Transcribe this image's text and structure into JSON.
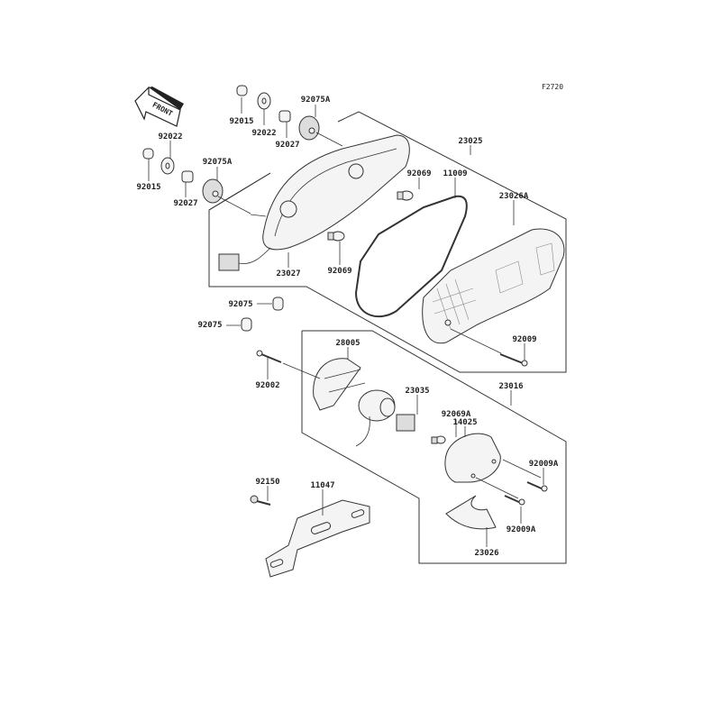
{
  "figure_code": "F2720",
  "front_badge": "FRONT",
  "labels": {
    "p92015_a": "92015",
    "p92022_a": "92022",
    "p92075A_a": "92075A",
    "p92027_a": "92027",
    "p92022_b": "92022",
    "p92015_b": "92015",
    "p92075A_b": "92075A",
    "p92027_b": "92027",
    "p23025": "23025",
    "p92069_a": "92069",
    "p11009": "11009",
    "p23026A": "23026A",
    "p23027": "23027",
    "p92069_b": "92069",
    "p92075_a": "92075",
    "p92075_b": "92075",
    "p28005": "28005",
    "p92009": "92009",
    "p92002": "92002",
    "p23016": "23016",
    "p23035": "23035",
    "p92069A": "92069A",
    "p14025": "14025",
    "p92009A_a": "92009A",
    "p92150": "92150",
    "p11047": "11047",
    "p92009A_b": "92009A",
    "p23026": "23026"
  }
}
